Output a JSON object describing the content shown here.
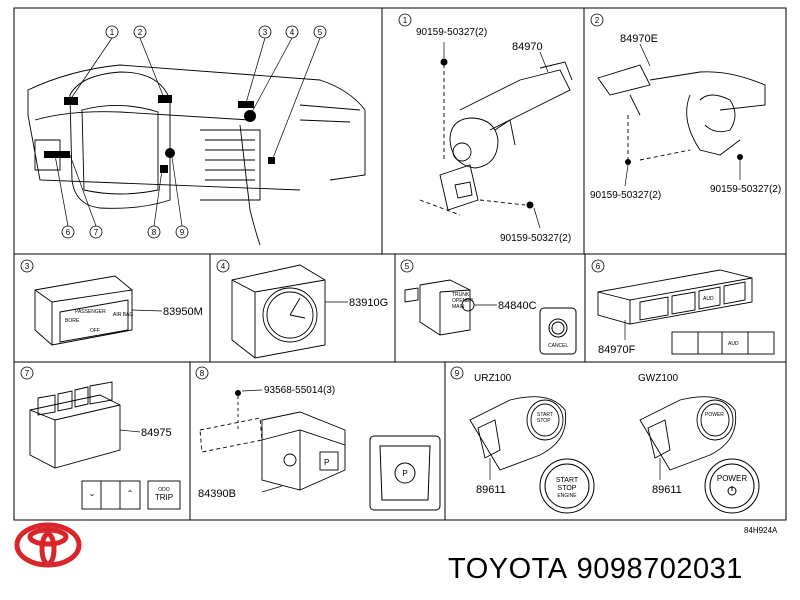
{
  "callouts": [
    "1",
    "2",
    "3",
    "4",
    "5",
    "6",
    "7",
    "8",
    "9"
  ],
  "panels": {
    "p1": {
      "num": "1",
      "bolt_a": "90159-50327(2)",
      "part": "84970",
      "bolt_b": "90159-50327(2)"
    },
    "p2": {
      "num": "2",
      "part": "84970E",
      "bolt_a": "90159-50327(2)",
      "bolt_b": "90159-50327(2)"
    },
    "p3": {
      "num": "3",
      "part": "83950M"
    },
    "p4": {
      "num": "4",
      "part": "83910G"
    },
    "p5": {
      "num": "5",
      "part": "84840C",
      "switch_line1": "TRUNK",
      "switch_line2": "OPENER",
      "switch_line3": "MAIN",
      "cancel": "CANCEL"
    },
    "p6": {
      "num": "6",
      "part": "84970F"
    },
    "p7": {
      "num": "7",
      "part": "84975",
      "trip_line1": "ODO",
      "trip_line2": "TRIP"
    },
    "p8": {
      "num": "8",
      "bolt": "93568-55014(3)",
      "part": "84390B"
    },
    "p9": {
      "num": "9",
      "variant_a": "URZ100",
      "variant_b": "GWZ100",
      "part_a": "89611",
      "part_b": "89611",
      "start_l1": "START",
      "start_l2": "STOP",
      "start_l3": "ENGINE",
      "power": "POWER"
    }
  },
  "diagram_code": "84H924A",
  "brand": {
    "name": "TOYOTA",
    "part_number": "9098702031",
    "logo_color": "#d9262b"
  }
}
